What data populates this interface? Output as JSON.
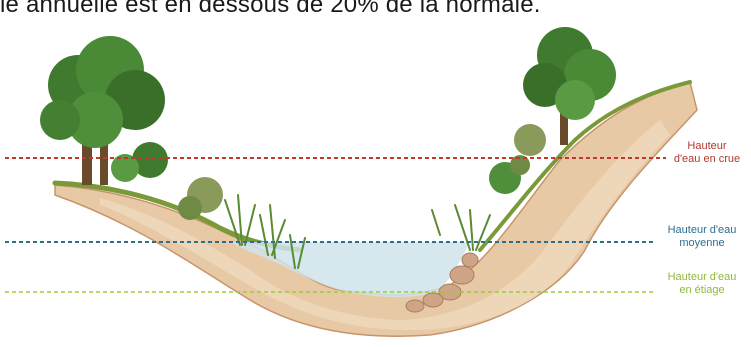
{
  "header_text": "le annuelle est en dessous de 20% de la normale.",
  "labels": {
    "crue": [
      "Hauteur",
      "d'eau en crue"
    ],
    "moyenne": [
      "Hauteur d'eau",
      "moyenne"
    ],
    "etiage": [
      "Hauteur d'eau",
      "en étiage"
    ]
  },
  "colors": {
    "crue_line": "#c0392b",
    "moyenne_line": "#2e6e8f",
    "etiage_line": "#9acd32",
    "water": "#cfe3ea",
    "soil": "#e8c9a5",
    "soil_dark": "#c8946b",
    "grass": "#7a9a3a",
    "foliage": "#3f7a2f"
  },
  "icons": [
    "tree-left",
    "tree-right",
    "rocks",
    "reeds"
  ]
}
